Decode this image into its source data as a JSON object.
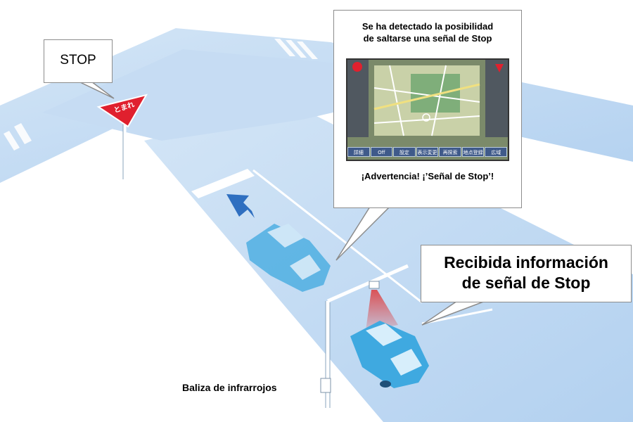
{
  "stop_callout": {
    "label": "STOP"
  },
  "stop_sign": {
    "text": "とまれ",
    "color": "#e0202e"
  },
  "nav_callout": {
    "title": "Se ha detectado la posibilidad\nde saltarse una señal de Stop",
    "warning": "¡Advertencia! ¡’Señal de Stop’!"
  },
  "nav_screen": {
    "bottom_buttons": [
      "詳細",
      "Off",
      "設定",
      "表示変更",
      "再探索",
      "地点登録",
      "広域"
    ]
  },
  "info_callout": {
    "title": "Recibida información\nde señal de Stop"
  },
  "beacon": {
    "label": "Baliza de infrarrojos"
  },
  "colors": {
    "road": "#bcd8f2",
    "road_edge": "#d9e8f6",
    "car": "#3fa9e0",
    "arrow": "#2f6fc0",
    "beam": "#e03030"
  }
}
